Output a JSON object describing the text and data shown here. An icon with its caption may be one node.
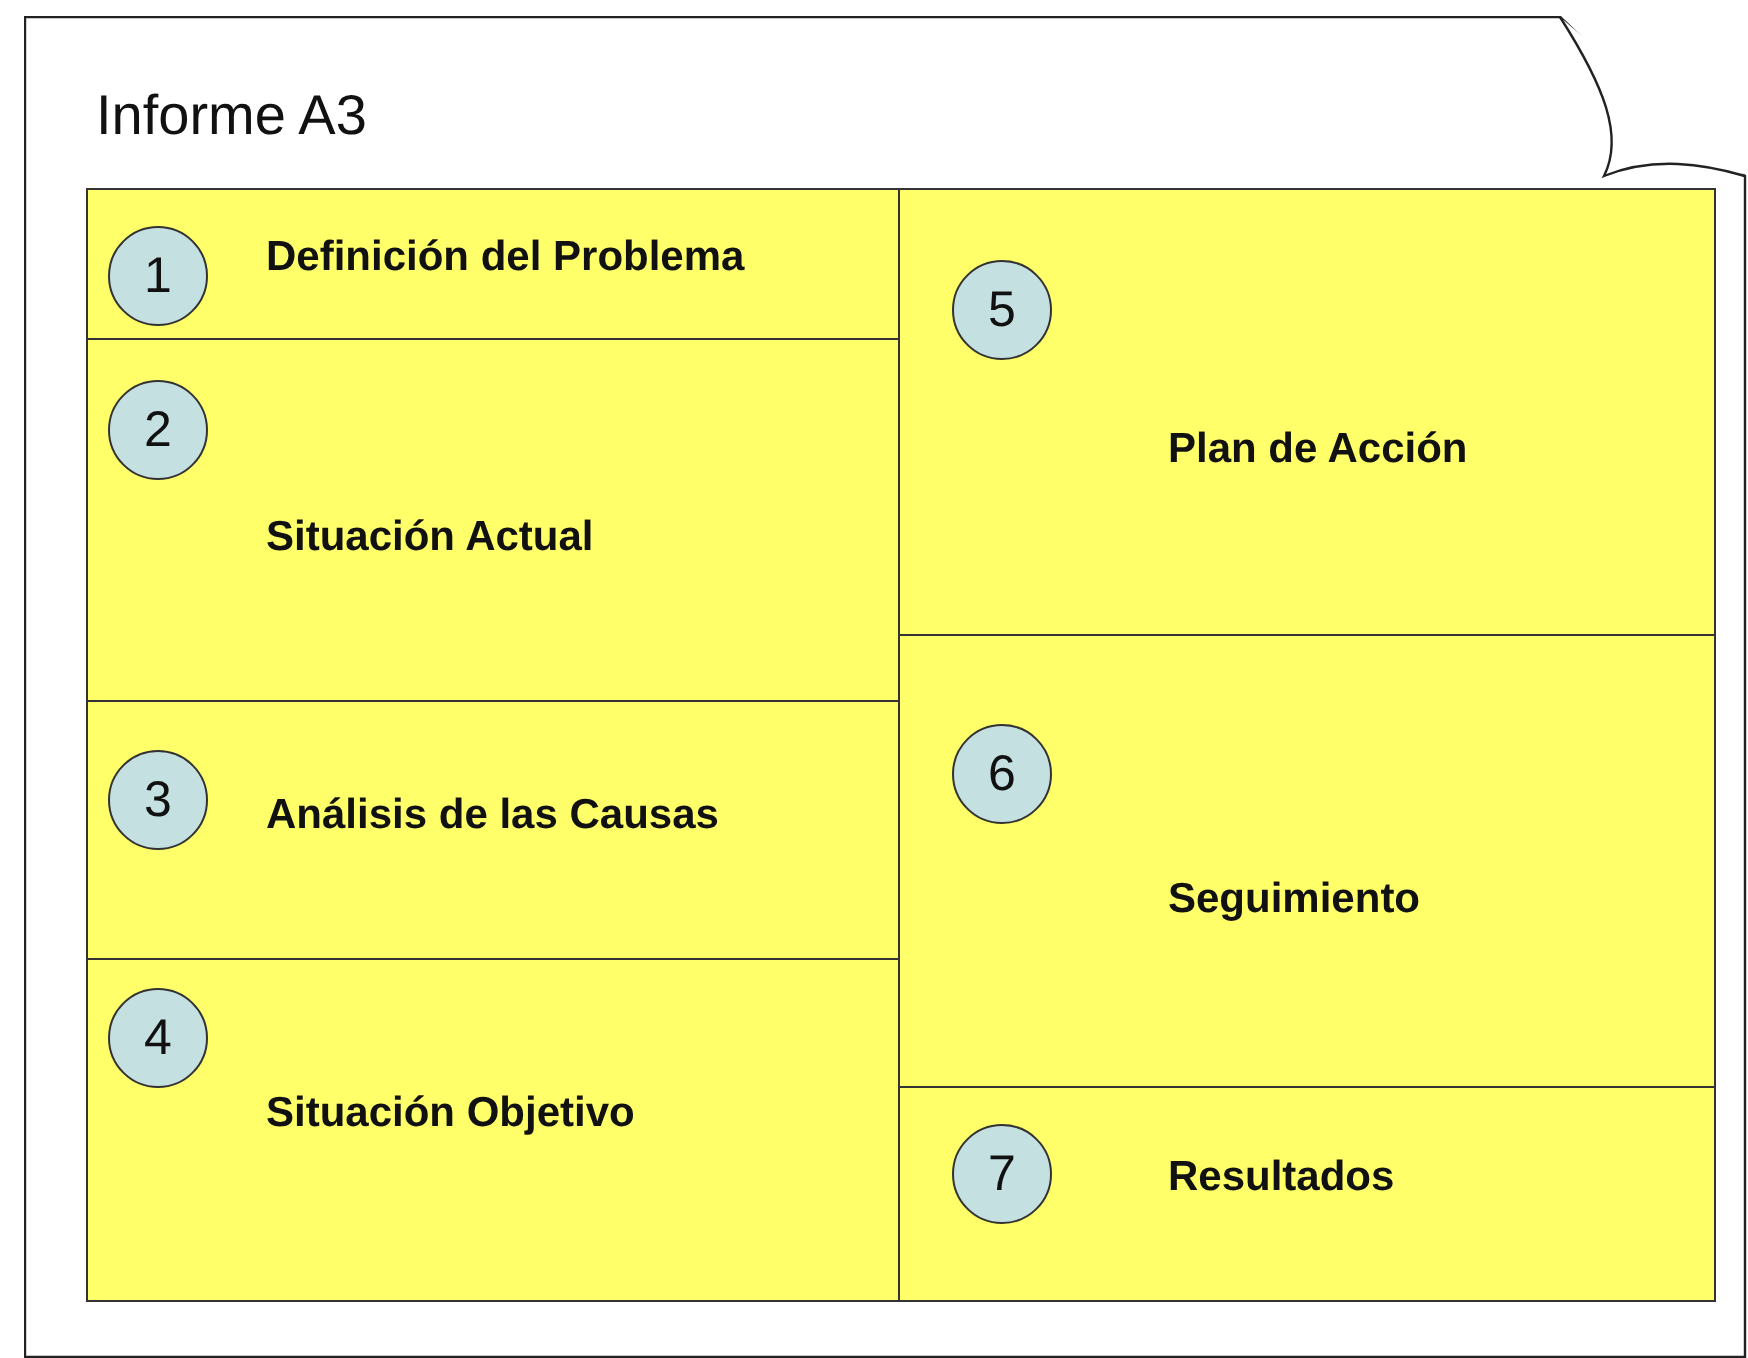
{
  "diagram": {
    "nodes": [
      {
        "text": [
          "Informe A3"
        ]
      },
      {
        "text": [
          "Definición del Problema"
        ],
        "in": 0
      },
      {
        "text": [
          "1"
        ],
        "in": 1
      },
      {
        "text": [
          "Situación Actual"
        ],
        "in": 0
      },
      {
        "text": [
          "2"
        ],
        "in": 3
      },
      {
        "text": [
          "Análisis de las Causas"
        ],
        "in": 0
      },
      {
        "text": [
          "3"
        ],
        "in": 5
      },
      {
        "text": [
          "Situación Objetivo"
        ],
        "in": 0
      },
      {
        "text": [
          "4"
        ],
        "in": 7
      },
      {
        "text": [
          "Plan de Acción"
        ],
        "in": 0
      },
      {
        "text": [
          "5"
        ],
        "in": 9
      },
      {
        "text": [
          "Seguimiento"
        ],
        "in": 0
      },
      {
        "text": [
          "6"
        ],
        "in": 11
      },
      {
        "text": [
          "Resultados"
        ],
        "in": 0
      },
      {
        "text": [
          "7"
        ],
        "in": 13
      }
    ],
    "edges": []
  }
}
